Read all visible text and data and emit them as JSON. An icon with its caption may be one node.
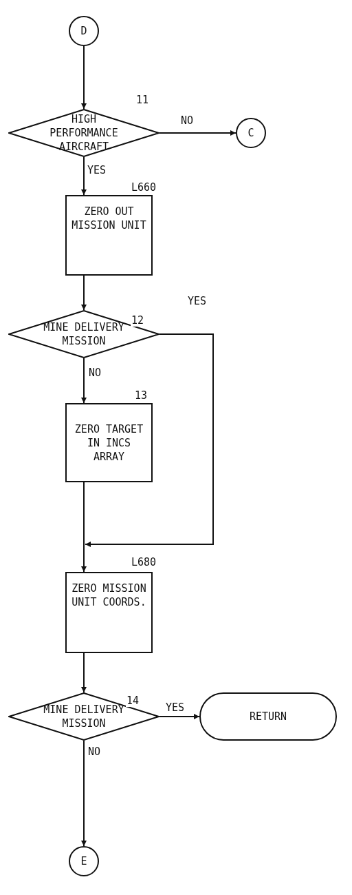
{
  "diagram": {
    "nodes": [
      {
        "text": [
          "D"
        ]
      },
      {
        "text": [
          "HIGH PERFORMANCE AIRCRAFT"
        ],
        "beside": [
          "11"
        ]
      },
      {
        "text": [
          "C"
        ]
      },
      {
        "text": [
          "ZERO OUT MISSION UNIT"
        ],
        "beside": [
          "L660"
        ]
      },
      {
        "text": [
          "MINE DELIVERY MISSION"
        ],
        "beside": [
          "12"
        ]
      },
      {
        "text": [
          "ZERO TARGET IN INCS ARRAY"
        ],
        "beside": [
          "13"
        ]
      },
      {
        "text": [
          "ZERO MISSION UNIT COORDS."
        ],
        "beside": [
          "L680"
        ]
      },
      {
        "text": [
          "MINE DELIVERY MISSION"
        ],
        "beside": [
          "14"
        ]
      },
      {
        "text": [
          "RETURN"
        ]
      },
      {
        "text": [
          "E"
        ]
      }
    ],
    "edges": [
      {
        "from": 0,
        "to": 1,
        "arrow": "to"
      },
      {
        "from": 1,
        "to": 2,
        "arrow": "to",
        "label": "NO"
      },
      {
        "from": 1,
        "to": 3,
        "arrow": "to",
        "label": "YES"
      },
      {
        "from": 3,
        "to": 4,
        "arrow": "to"
      },
      {
        "from": 4,
        "to": 6,
        "arrow": "to",
        "label": "YES"
      },
      {
        "from": 4,
        "to": 5,
        "arrow": "to",
        "label": "NO"
      },
      {
        "from": 5,
        "to": 6,
        "arrow": "to"
      },
      {
        "from": 6,
        "to": 7,
        "arrow": "to"
      },
      {
        "from": 7,
        "to": 8,
        "arrow": "to",
        "label": "YES"
      },
      {
        "from": 7,
        "to": 9,
        "arrow": "to",
        "label": "NO"
      }
    ]
  }
}
